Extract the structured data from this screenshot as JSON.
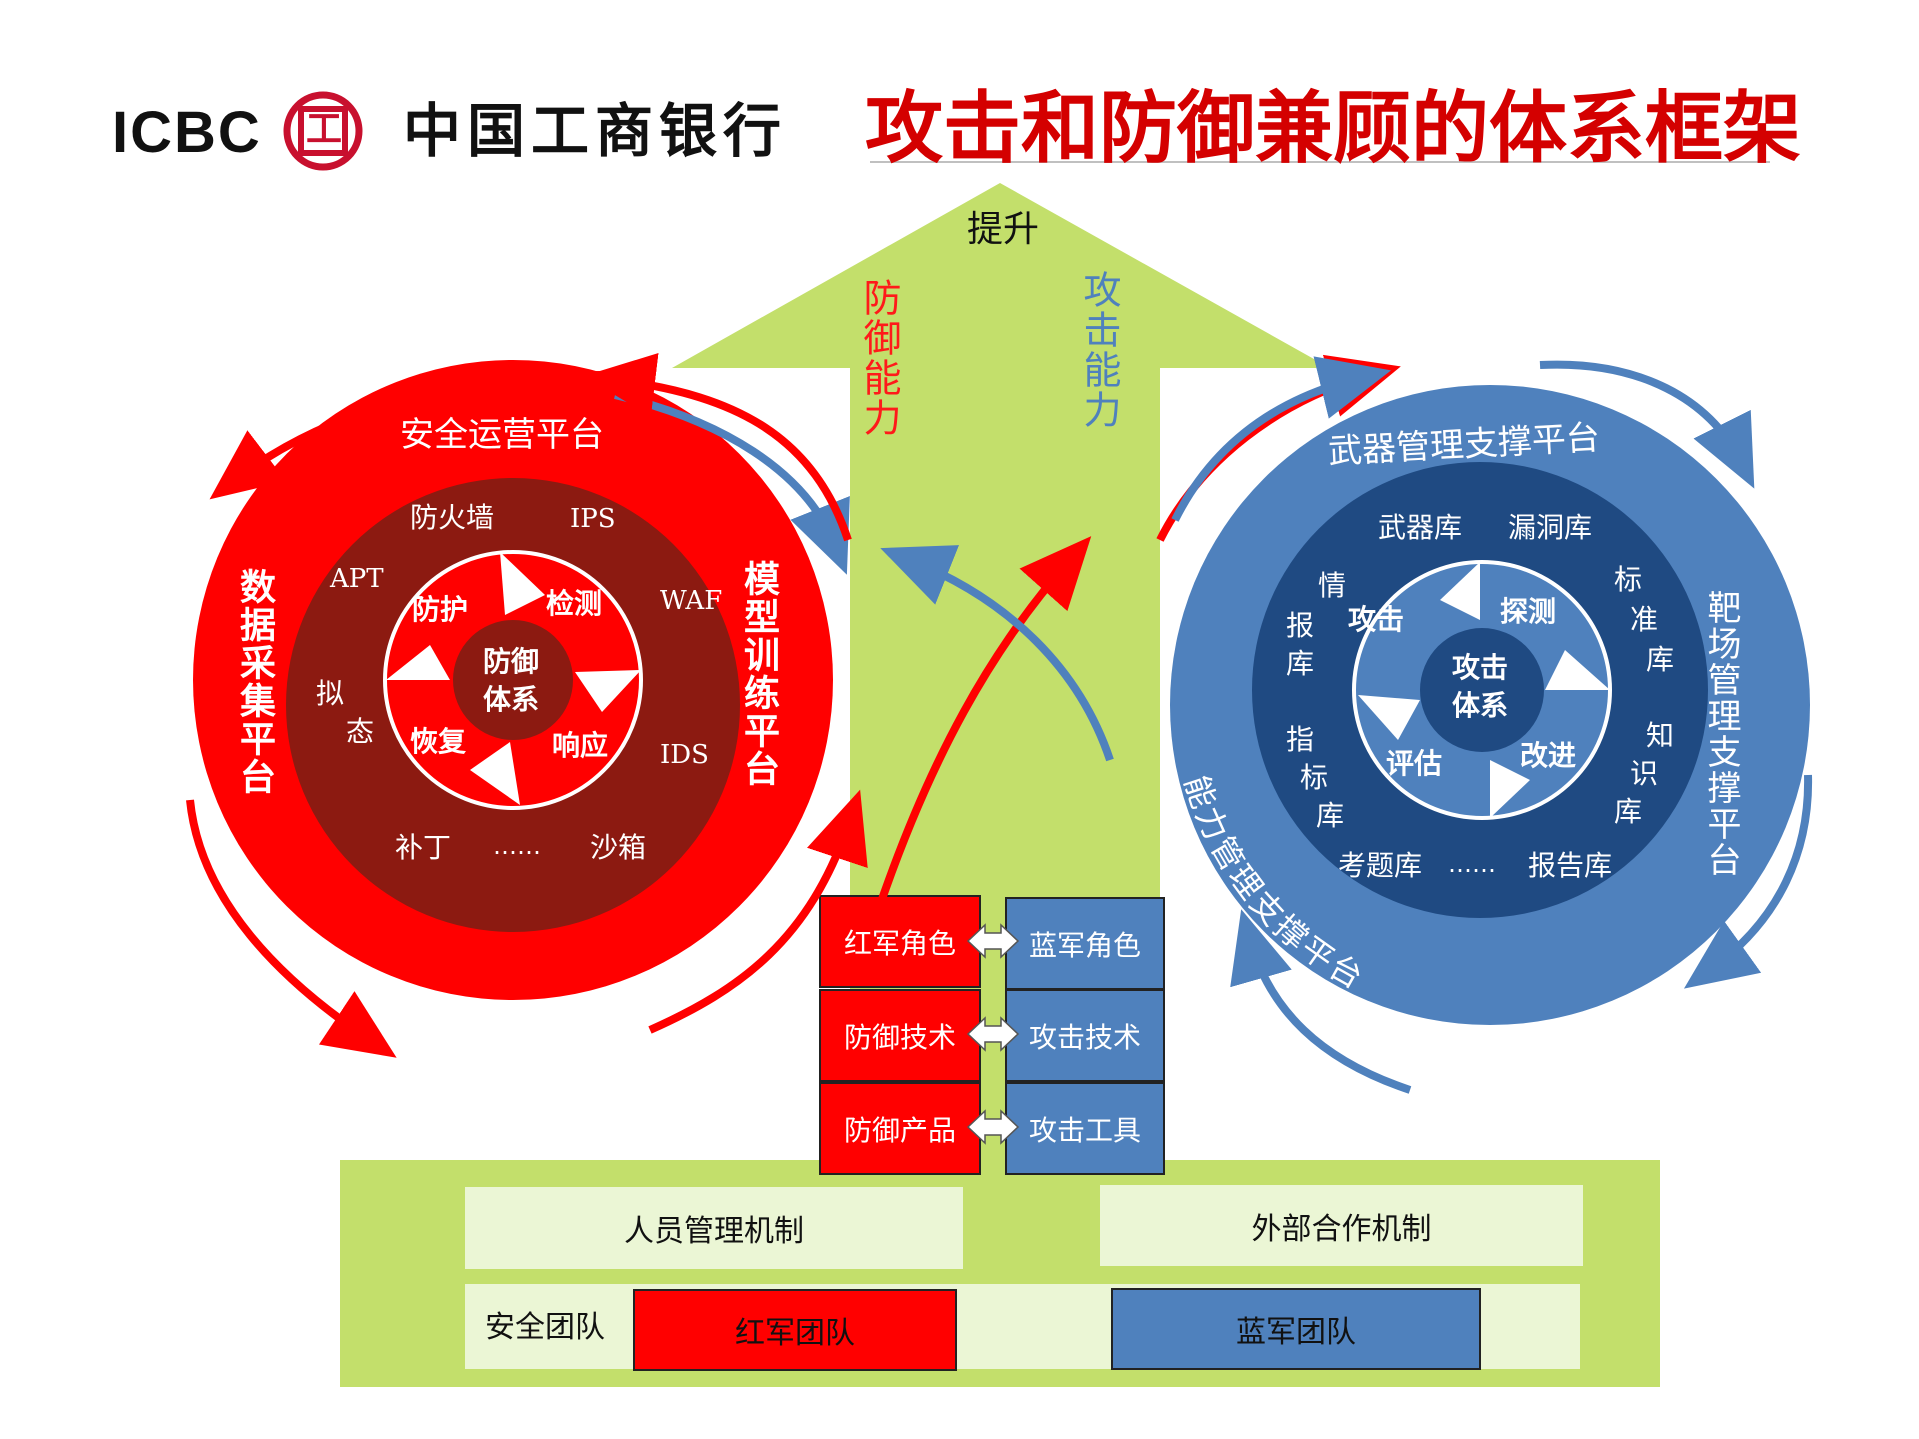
{
  "header": {
    "logo_latin": "ICBC",
    "logo_seal": "工",
    "bank_name": "中国工商银行",
    "title": "攻击和防御兼顾的体系框架"
  },
  "center": {
    "arrow_label": "提升",
    "defense_capability": "防御能力",
    "attack_capability": "攻击能力"
  },
  "defense": {
    "top_platform": "安全运营平台",
    "left_platform": "数据采集平台",
    "right_platform": "模型训练平台",
    "core": [
      "防御",
      "体系"
    ],
    "cycle": [
      "防护",
      "检测",
      "响应",
      "恢复"
    ],
    "tools": {
      "firewall": "防火墙",
      "ips": "IPS",
      "apt": "APT",
      "waf": "WAF",
      "mimic": [
        "拟",
        "态"
      ],
      "ids": "IDS",
      "patch": "补丁",
      "ellipsis": "……",
      "sandbox": "沙箱"
    }
  },
  "attack": {
    "top_platform": "武器管理支撑平台",
    "right_platform": "靶场管理支撑平台",
    "bottom_platform": "能力管理支撑平台",
    "core": [
      "攻击",
      "体系"
    ],
    "cycle": [
      "攻击",
      "探测",
      "改进",
      "评估"
    ],
    "libraries": {
      "weapon": "武器库",
      "vuln": "漏洞库",
      "intel": [
        "情",
        "报",
        "库"
      ],
      "standard": [
        "标",
        "准",
        "库"
      ],
      "indicator": [
        "指",
        "标",
        "库"
      ],
      "knowledge": [
        "知",
        "识",
        "库"
      ],
      "exam": "考题库",
      "ellipsis": "……",
      "report": "报告库"
    }
  },
  "roles": {
    "red": [
      "红军角色",
      "防御技术",
      "防御产品"
    ],
    "blue": [
      "蓝军角色",
      "攻击技术",
      "攻击工具"
    ]
  },
  "foundation": {
    "personnel": "人员管理机制",
    "external": "外部合作机制",
    "team_label": "安全团队",
    "red_team": "红军团队",
    "blue_team": "蓝军团队"
  },
  "colors": {
    "red": "#ff0000",
    "dark_red": "#8c1a11",
    "blue_outer": "#4f81bd",
    "blue_inner": "#1f4a82",
    "green": "#c3df6b",
    "light_green": "#ebf6d5",
    "title_red": "#d40000"
  }
}
